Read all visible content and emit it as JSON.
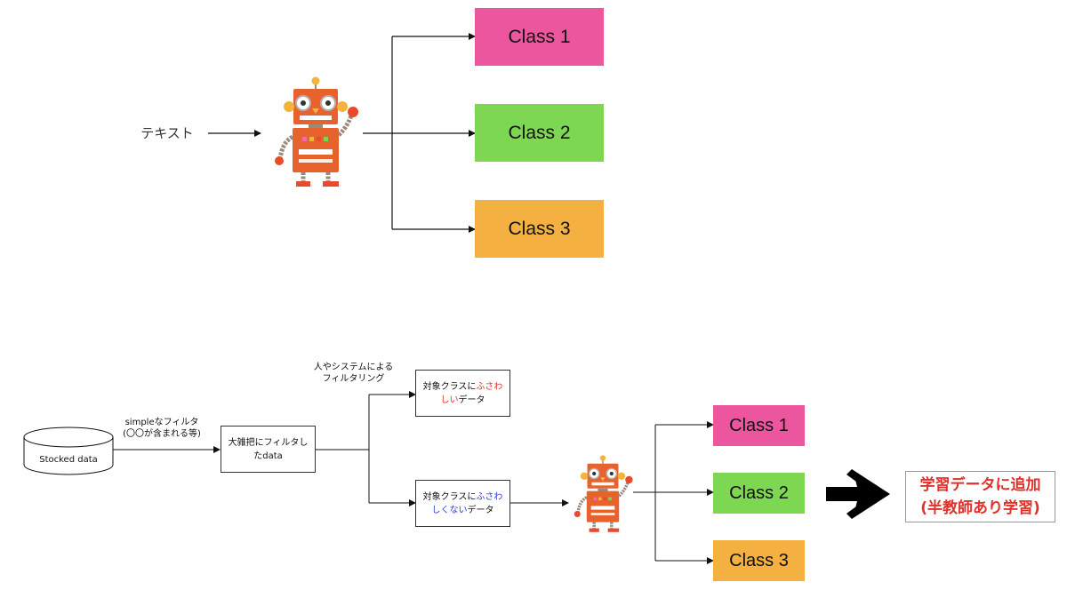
{
  "top": {
    "input_label": "テキスト",
    "classes": [
      {
        "label": "Class 1",
        "color": "#ec569f"
      },
      {
        "label": "Class 2",
        "color": "#7ed753"
      },
      {
        "label": "Class 3",
        "color": "#f4b041"
      }
    ]
  },
  "bottom": {
    "db_label": "Stocked data",
    "filter_label_line1": "simpleなフィルタ",
    "filter_label_line2": "(〇〇が含まれる等)",
    "rough_box_line1": "大雑把にフィルタし",
    "rough_box_line2": "たdata",
    "human_label_line1": "人やシステムによる",
    "human_label_line2": "フィルタリング",
    "suitable_box": {
      "prefix": "対象クラスに",
      "highlight1": "ふさわ",
      "highlight2": "しい",
      "suffix": "データ",
      "highlight_color": "#e0312b"
    },
    "unsuitable_box": {
      "prefix": "対象クラスに",
      "highlight1": "ふさわ",
      "highlight2": "しくない",
      "suffix": "データ",
      "highlight_color": "#2a3cd6"
    },
    "classes": [
      {
        "label": "Class 1",
        "color": "#ec569f"
      },
      {
        "label": "Class 2",
        "color": "#7ed753"
      },
      {
        "label": "Class 3",
        "color": "#f4b041"
      }
    ],
    "result_line1": "学習データに追加",
    "result_line2": "(半教師あり学習)"
  },
  "icons": {
    "robot": "robot-icon",
    "database": "database-icon",
    "big_arrow": "arrow-right-icon"
  }
}
